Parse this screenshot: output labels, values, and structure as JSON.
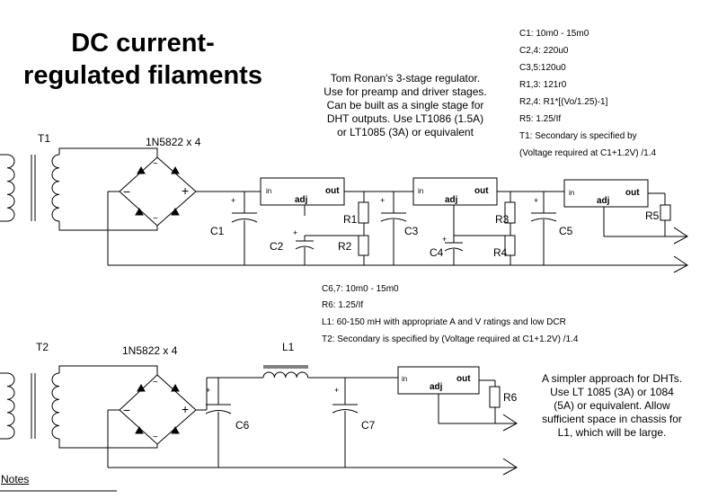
{
  "title": {
    "line1": "DC current-",
    "line2": "regulated filaments"
  },
  "description_top": {
    "line1": "Tom Ronan's 3-stage regulator.",
    "line2": "Use for preamp and driver stages.",
    "line3": "Can be built as a single stage for",
    "line4": "DHT outputs. Use LT1086 (1.5A)",
    "line5": "or LT1085 (3A) or equivalent"
  },
  "notes_top": {
    "c1": "C1: 10m0 - 15m0",
    "c24": "C2,4: 220u0",
    "c35": "C3,5:120u0",
    "r13": "R1,3: 121r0",
    "r24": "R2,4: R1*[(Vo/1.25)-1]",
    "r5": "R5: 1.25/If",
    "t1a": "T1: Secondary is specified  by",
    "t1b": "(Voltage required at C1+1.2V) /1.4"
  },
  "notes_mid": {
    "c67": "C6,7: 10m0 - 15m0",
    "r6": "R6: 1.25/If",
    "l1": "L1: 60-150 mH with appropriate A and V ratings and low DCR",
    "t2": "T2: Secondary is specified  by (Voltage required at C1+1.2V) /1.4"
  },
  "description_bottom": {
    "line1": "A simpler approach for DHTs.",
    "line2": "Use LT 1085 (3A) or 1084",
    "line3": "(5A) or equivalent.  Allow",
    "line4": "sufficient space in chassis for",
    "line5": "L1, which will be large."
  },
  "labels": {
    "t1": "T1",
    "t2": "T2",
    "bridge1": "1N5822 x 4",
    "bridge2": "1N5822 x 4",
    "c1": "C1",
    "c2": "C2",
    "c3": "C3",
    "c4": "C4",
    "c5": "C5",
    "c6": "C6",
    "c7": "C7",
    "r1": "R1",
    "r2": "R2",
    "r3": "R3",
    "r4": "R4",
    "r5": "R5",
    "r6": "R6",
    "l1": "L1",
    "reg_in": "in",
    "reg_adj": "adj",
    "reg_out": "out",
    "notes": "Notes"
  }
}
